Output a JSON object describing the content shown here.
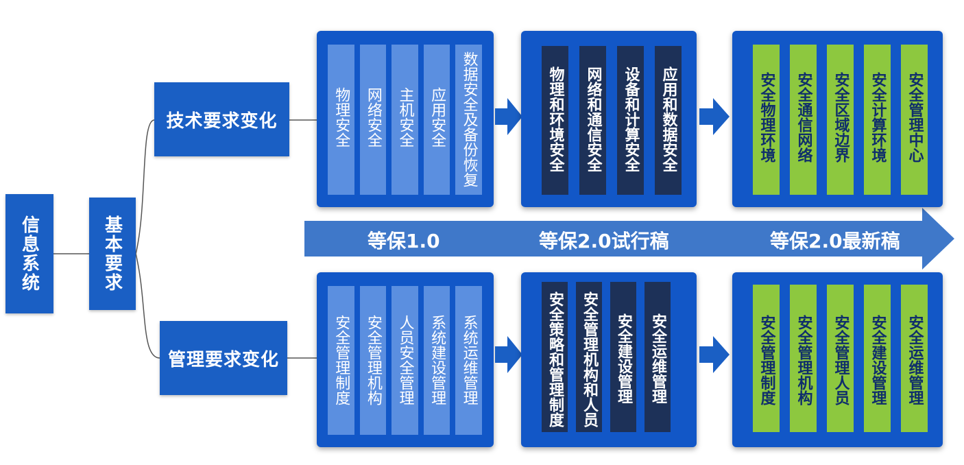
{
  "root": "信息系统",
  "basic": "基本要求",
  "tech_branch": "技术要求变化",
  "mgmt_branch": "管理要求变化",
  "timeline": [
    "等保1.0",
    "等保2.0试行稿",
    "等保2.0最新稿"
  ],
  "tech": {
    "v1": [
      "物理安全",
      "网络安全",
      "主机安全",
      "应用安全",
      "数据安全及备份恢复"
    ],
    "v2_trial": [
      "物理和环境安全",
      "网络和通信安全",
      "设备和计算安全",
      "应用和数据安全"
    ],
    "v2_latest": [
      "安全物理环境",
      "安全通信网络",
      "安全区域边界",
      "安全计算环境",
      "安全管理中心"
    ]
  },
  "mgmt": {
    "v1": [
      "安全管理制度",
      "安全管理机构",
      "人员安全管理",
      "系统建设管理",
      "系统运维管理"
    ],
    "v2_trial": [
      "安全策略和管理制度",
      "安全管理机构和人员",
      "安全建设管理",
      "安全运维管理"
    ],
    "v2_latest": [
      "安全管理制度",
      "安全管理机构",
      "安全管理人员",
      "安全建设管理",
      "安全运维管理"
    ]
  },
  "colors": {
    "box": "#1a5fc4",
    "panel": "#1257c7",
    "light": "#5b8fe0",
    "dark": "#1d3158",
    "green": "#8dc83f",
    "timeline": "#3f78c9"
  }
}
